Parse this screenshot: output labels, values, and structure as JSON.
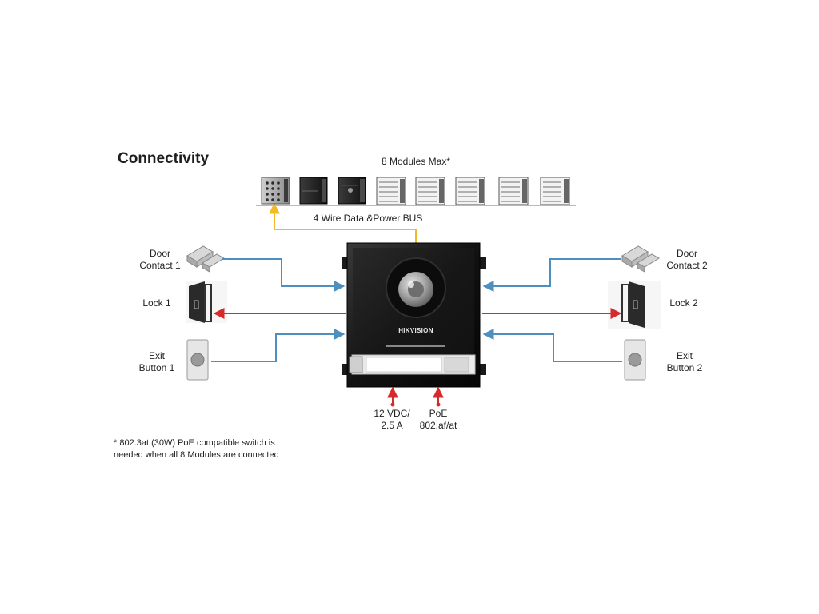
{
  "title": "Connectivity",
  "modules": {
    "max_label": "8 Modules Max*",
    "bus_label": "4 Wire Data &Power BUS"
  },
  "left": {
    "door_contact": "Door\nContact 1",
    "lock": "Lock 1",
    "exit_button": "Exit\nButton 1"
  },
  "right": {
    "door_contact": "Door\nContact 2",
    "lock": "Lock 2",
    "exit_button": "Exit\nButton 2"
  },
  "device": {
    "brand": "HIKVISION"
  },
  "power": {
    "dc": "12 VDC/\n2.5 A",
    "poe": "PoE\n802.af/at"
  },
  "footnote": "* 802.3at (30W) PoE compatible switch is\nneeded when all 8 Modules are connected",
  "colors": {
    "bus": "#f2b928",
    "input_arrow": "#4f8fc0",
    "output_arrow": "#d42b2b",
    "power_arrow": "#d42b2b",
    "device_body": "#151515"
  }
}
